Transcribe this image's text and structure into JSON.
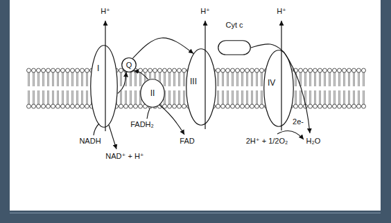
{
  "diagram": {
    "nodes": [
      {
        "text": [
          "I"
        ]
      },
      {
        "text": [
          "Q"
        ]
      },
      {
        "text": [
          "II"
        ]
      },
      {
        "text": [
          "III"
        ]
      },
      {
        "text": [
          "Cyt c"
        ]
      },
      {
        "text": [
          "IV"
        ]
      }
    ],
    "edges": [
      {
        "from": 0,
        "to": 1,
        "arrow": "to"
      },
      {
        "from": 2,
        "to": 1,
        "arrow": "to"
      },
      {
        "from": 1,
        "to": 3,
        "arrow": "to"
      },
      {
        "from": 4,
        "to": 5,
        "arrow": "none"
      }
    ],
    "labels": [
      "H⁺",
      "H⁺",
      "H⁺",
      "NADH",
      "FADH₂",
      "FAD",
      "NAD⁺ + H⁺",
      "2H⁺ + 1/2O₂",
      "2e-",
      "H₂O"
    ]
  }
}
